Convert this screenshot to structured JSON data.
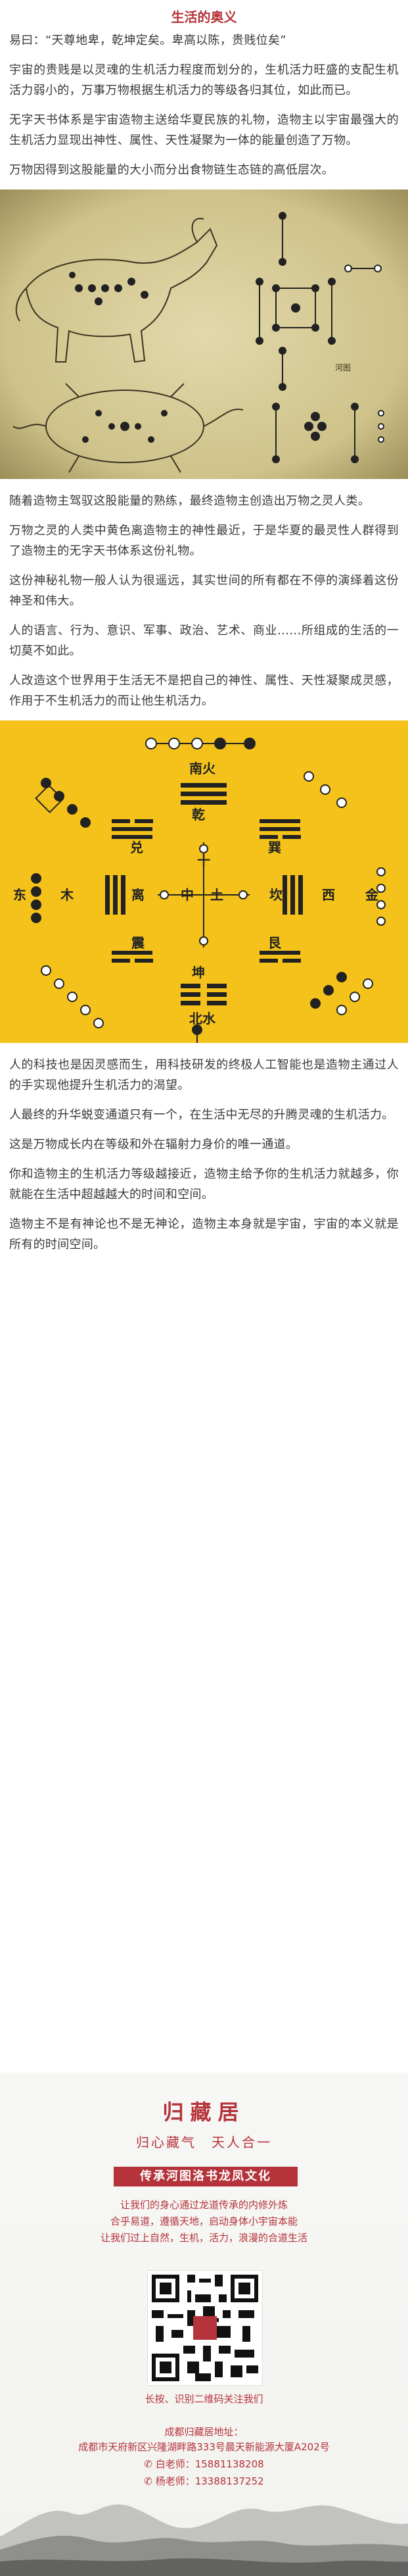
{
  "article": {
    "title": "生活的奥义",
    "paragraphs_top": [
      "易曰：“天尊地卑，乾坤定矣。卑高以陈，贵贱位矣”",
      "宇宙的贵贱是以灵魂的生机活力程度而划分的，生机活力旺盛的支配生机活力弱小的，万事万物根据生机活力的等级各归其位，如此而已。",
      "无字天书体系是宇宙造物主送给华夏民族的礼物，造物主以宇宙最强大的生机活力显现出神性、属性、天性凝聚为一体的能量创造了万物。",
      "万物因得到这股能量的大小而分出食物链生态链的高低层次。"
    ],
    "paragraphs_mid": [
      "随着造物主驾驭这股能量的熟练，最终造物主创造出万物之灵人类。",
      "万物之灵的人类中黄色离造物主的神性最近，于是华夏的最灵性人群得到了造物主的无字天书体系这份礼物。",
      "这份神秘礼物一般人认为很遥远，其实世间的所有都在不停的演绎着这份神圣和伟大。",
      "人的语言、行为、意识、军事、政治、艺术、商业……所组成的生活的一切莫不如此。",
      "人改造这个世界用于生活无不是把自己的神性、属性、天性凝聚成灵感，作用于不生机活力的而让他生机活力。"
    ],
    "paragraphs_bottom": [
      "人的科技也是因灵感而生，用科技研发的终极人工智能也是造物主通过人的手实现他提升生机活力的渴望。",
      "人最终的升华蜕变通道只有一个，在生活中无尽的升腾灵魂的生机活力。",
      "这是万物成长内在等级和外在辐射力身价的唯一通道。",
      "你和造物主的生机活力等级越接近，造物主给予你的生机活力就越多，你就能在生活中超越越大的时间和空间。",
      "造物主不是有神论也不是无神论，造物主本身就是宇宙，宇宙的本义就是所有的时间空间。"
    ]
  },
  "diagram": {
    "label": "河图",
    "background_color": "#f4c21a",
    "trigrams": {
      "qian": "乾",
      "kan": "坎",
      "gen": "艮",
      "zhen": "震",
      "xun": "巽",
      "li": "离",
      "kun": "坤",
      "dui": "兑"
    },
    "directions": {
      "south": "南火",
      "north": "北水",
      "east": "东",
      "west": "西",
      "wood": "木",
      "metal": "金",
      "center_earth": "土",
      "center_top": "十",
      "center_5": "中"
    }
  },
  "footer": {
    "name": "归藏居",
    "motto": "归心藏气　天人合一",
    "banner": "传承河图洛书龙凤文化",
    "lines": [
      "让我们的身心通过龙道传承的内修外炼",
      "合乎易道，遵循天地，启动身体小宇宙本能",
      "让我们过上自然，生机，活力，浪漫的合道生活"
    ],
    "qr_caption": "长按、识别二维码关注我们",
    "address_title": "成都归藏居地址：",
    "address": "成都市天府新区兴隆湖畔路333号晨天新能源大厦A202号",
    "teacher1": "白老师：15881138208",
    "teacher2": "杨老师：13388137252"
  },
  "colors": {
    "accent_red": "#b5333a",
    "diagram_yellow": "#f4c21a",
    "parchment": "#d9cfa0"
  }
}
